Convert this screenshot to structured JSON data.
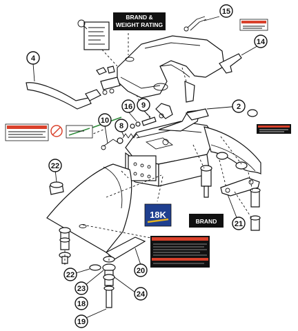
{
  "banners": {
    "brand_weight_line1": "BRAND &",
    "brand_weight_line2": "WEIGHT RATING",
    "brand": "BRAND",
    "logo_text": "18K"
  },
  "callouts": {
    "c2": "2",
    "c4": "4",
    "c8": "8",
    "c9": "9",
    "c10": "10",
    "c14": "14",
    "c15": "15",
    "c16": "16",
    "c18": "18",
    "c19": "19",
    "c20": "20",
    "c21": "21",
    "c22a": "22",
    "c22b": "22",
    "c23": "23",
    "c24": "24"
  },
  "colors": {
    "warning_red": "#d9412b",
    "label_black": "#111111",
    "logo_blue": "#1f3f8f",
    "logo_gold": "#e3b21f",
    "safety_green": "#2e8b3a"
  }
}
